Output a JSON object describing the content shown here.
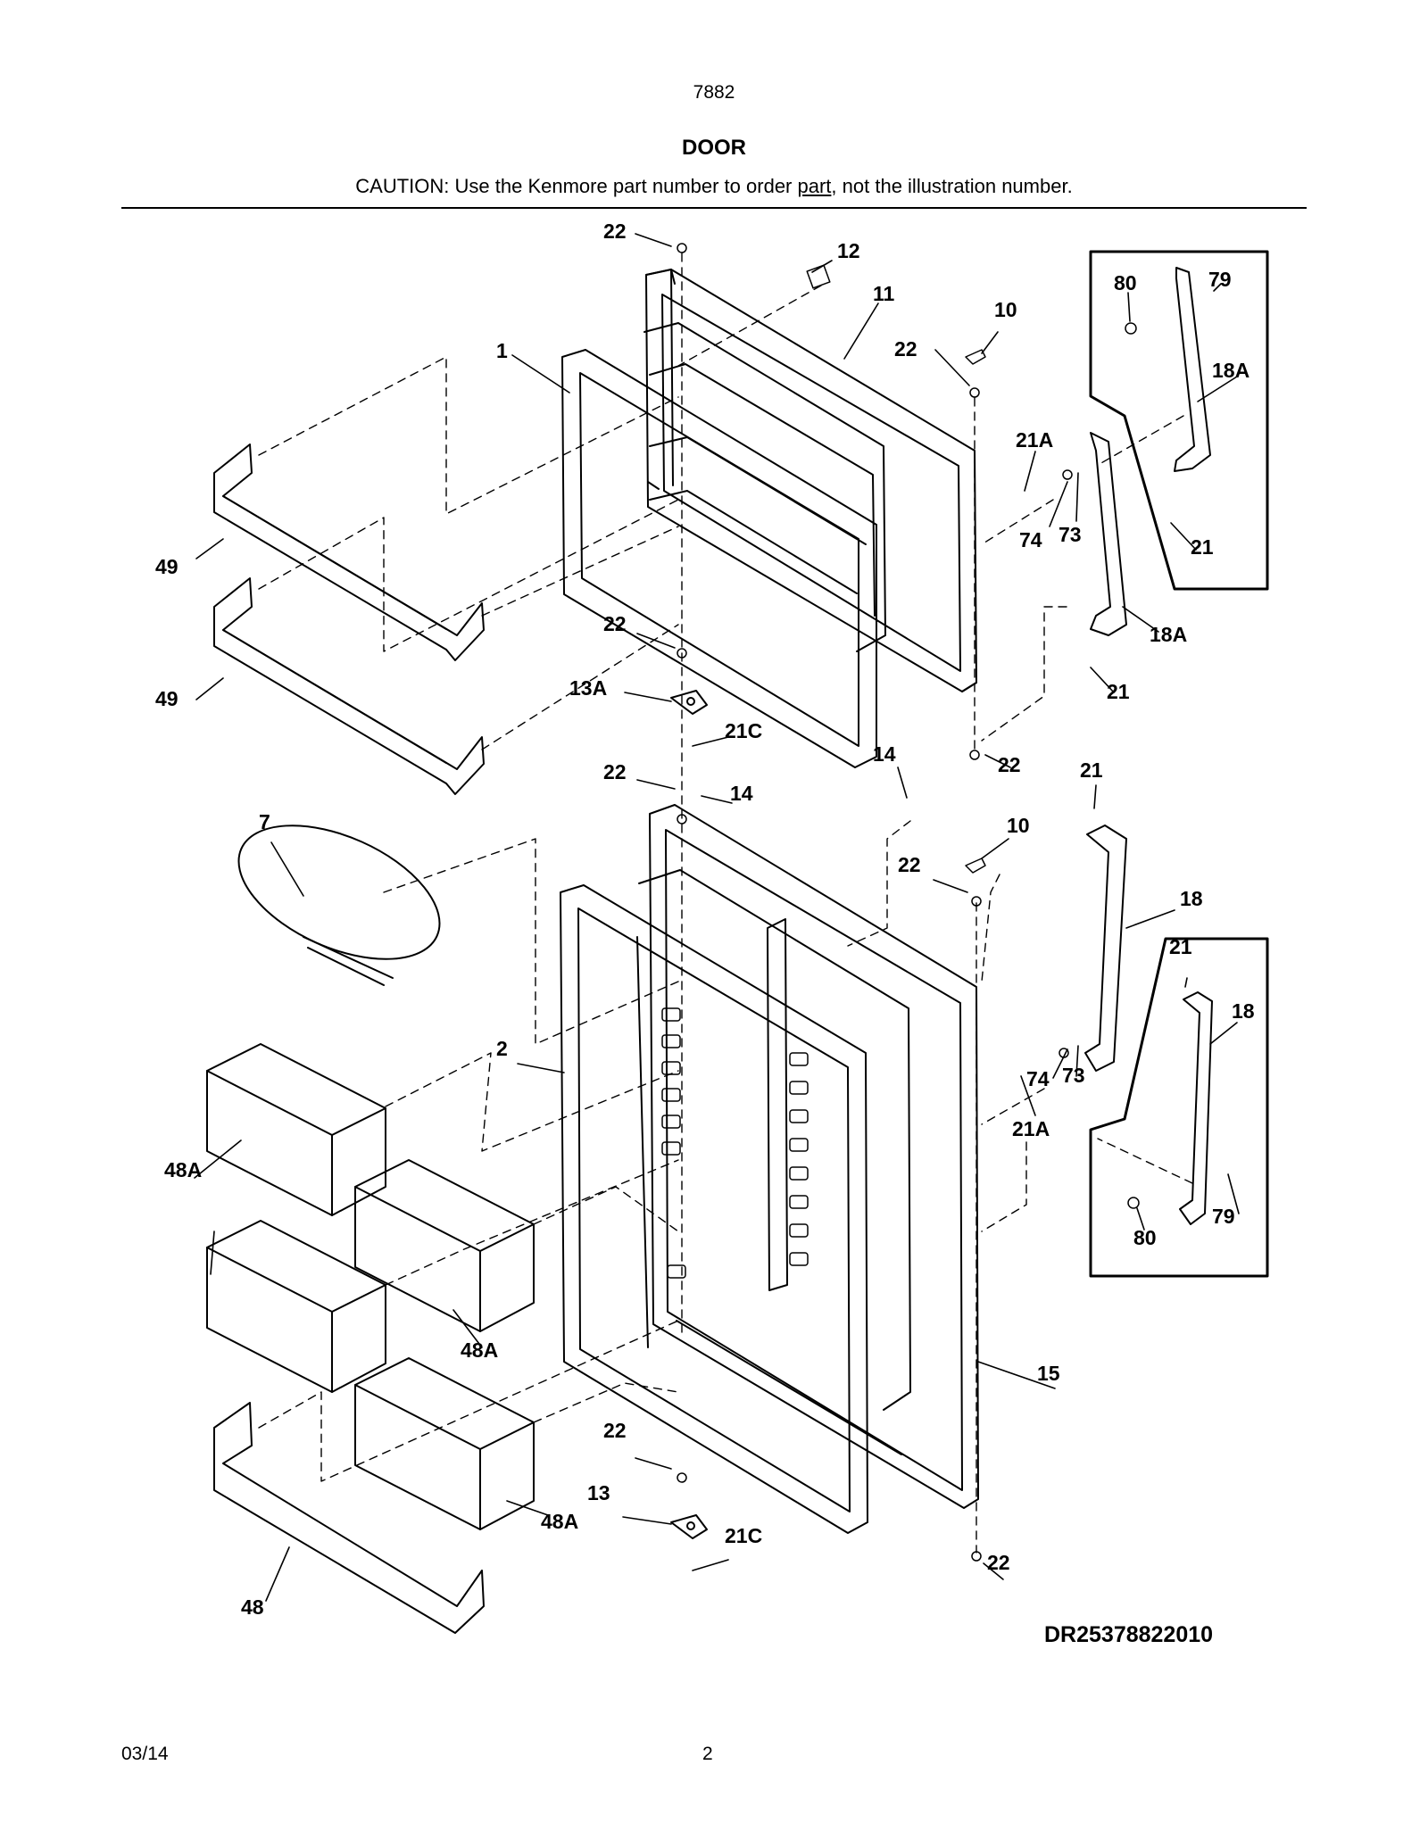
{
  "header": {
    "model": "7882",
    "title": "DOOR",
    "caution_prefix": "CAUTION: Use the Kenmore part number to order ",
    "caution_underlined": "part",
    "caution_suffix": ", not the illustration number."
  },
  "callouts": {
    "c22a": "22",
    "c12": "12",
    "c11": "11",
    "c10a": "10",
    "c22b": "22",
    "c1": "1",
    "c80a": "80",
    "c79a": "79",
    "c18Aa": "18A",
    "c21Aa": "21A",
    "c74a": "74",
    "c73a": "73",
    "c21a": "21",
    "c18Ab": "18A",
    "c21b": "21",
    "c49a": "49",
    "c49b": "49",
    "c22c": "22",
    "c13A": "13A",
    "c21Ca": "21C",
    "c14a": "14",
    "c22d": "22",
    "c22e": "22",
    "c14b": "14",
    "c21c": "21",
    "c7": "7",
    "c10b": "10",
    "c22f": "22",
    "c18a": "18",
    "c21d": "21",
    "c18b": "18",
    "c2": "2",
    "c74b": "74",
    "c73b": "73",
    "c21Ab": "21A",
    "c48Aa": "48A",
    "c80b": "80",
    "c79b": "79",
    "c48Ab": "48A",
    "c15": "15",
    "c22g": "22",
    "c13": "13",
    "c48Ac": "48A",
    "c21Cb": "21C",
    "c22h": "22",
    "c48": "48"
  },
  "footer": {
    "drawing_number": "DR25378822010",
    "date": "03/14",
    "page": "2"
  }
}
